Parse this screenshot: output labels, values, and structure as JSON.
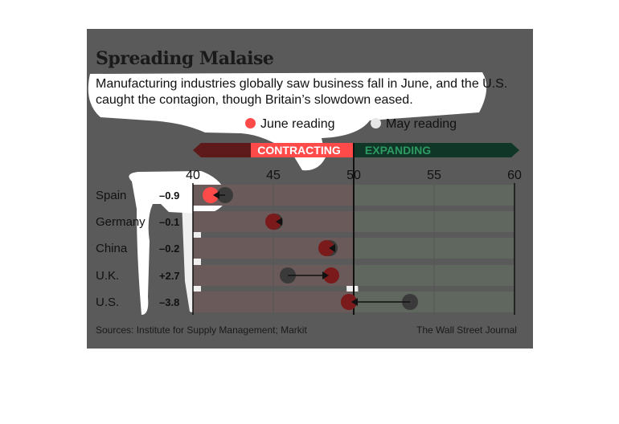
{
  "chart_data": {
    "type": "dot-arrow",
    "title": "Spreading Malaise",
    "subtitle": "Manufacturing industries globally saw business fall in June, and the U.S. caught the contagion, though Britain’s slowdown eased.",
    "legend": [
      {
        "name": "June reading",
        "color": "#ff4a4a"
      },
      {
        "name": "May reading",
        "color": "#e6e6e6"
      }
    ],
    "bands": {
      "contracting": "CONTRACTING",
      "expanding": "EXPANDING",
      "threshold": 50
    },
    "xlim": [
      40,
      60
    ],
    "xticks": [
      40,
      45,
      50,
      55,
      60
    ],
    "xtick_labels": [
      "40",
      "45",
      "50",
      "55",
      "60"
    ],
    "categories": [
      "Spain",
      "Germany",
      "China",
      "U.K.",
      "U.S."
    ],
    "changes": [
      "–0.9",
      "–0.1",
      "–0.2",
      "+2.7",
      "–3.8"
    ],
    "series": [
      {
        "name": "June reading",
        "values": [
          41.1,
          45.0,
          48.3,
          48.6,
          49.7
        ]
      },
      {
        "name": "May reading",
        "values": [
          42.0,
          45.1,
          48.5,
          45.9,
          53.5
        ]
      }
    ]
  },
  "footer": {
    "source": "Sources: Institute for Supply Management; Markit",
    "credit": "The Wall Street Journal"
  },
  "colors": {
    "panel": "#5a5a5a",
    "june_dot": "#7a1a1a",
    "june_highlight": "#ff4a4a",
    "may_dot": "#3a3a3a",
    "contract_band": "#5e1a1a",
    "expand_band": "#0f3626",
    "expand_track": "#5f675f",
    "contract_track": "#6a5a5a"
  }
}
